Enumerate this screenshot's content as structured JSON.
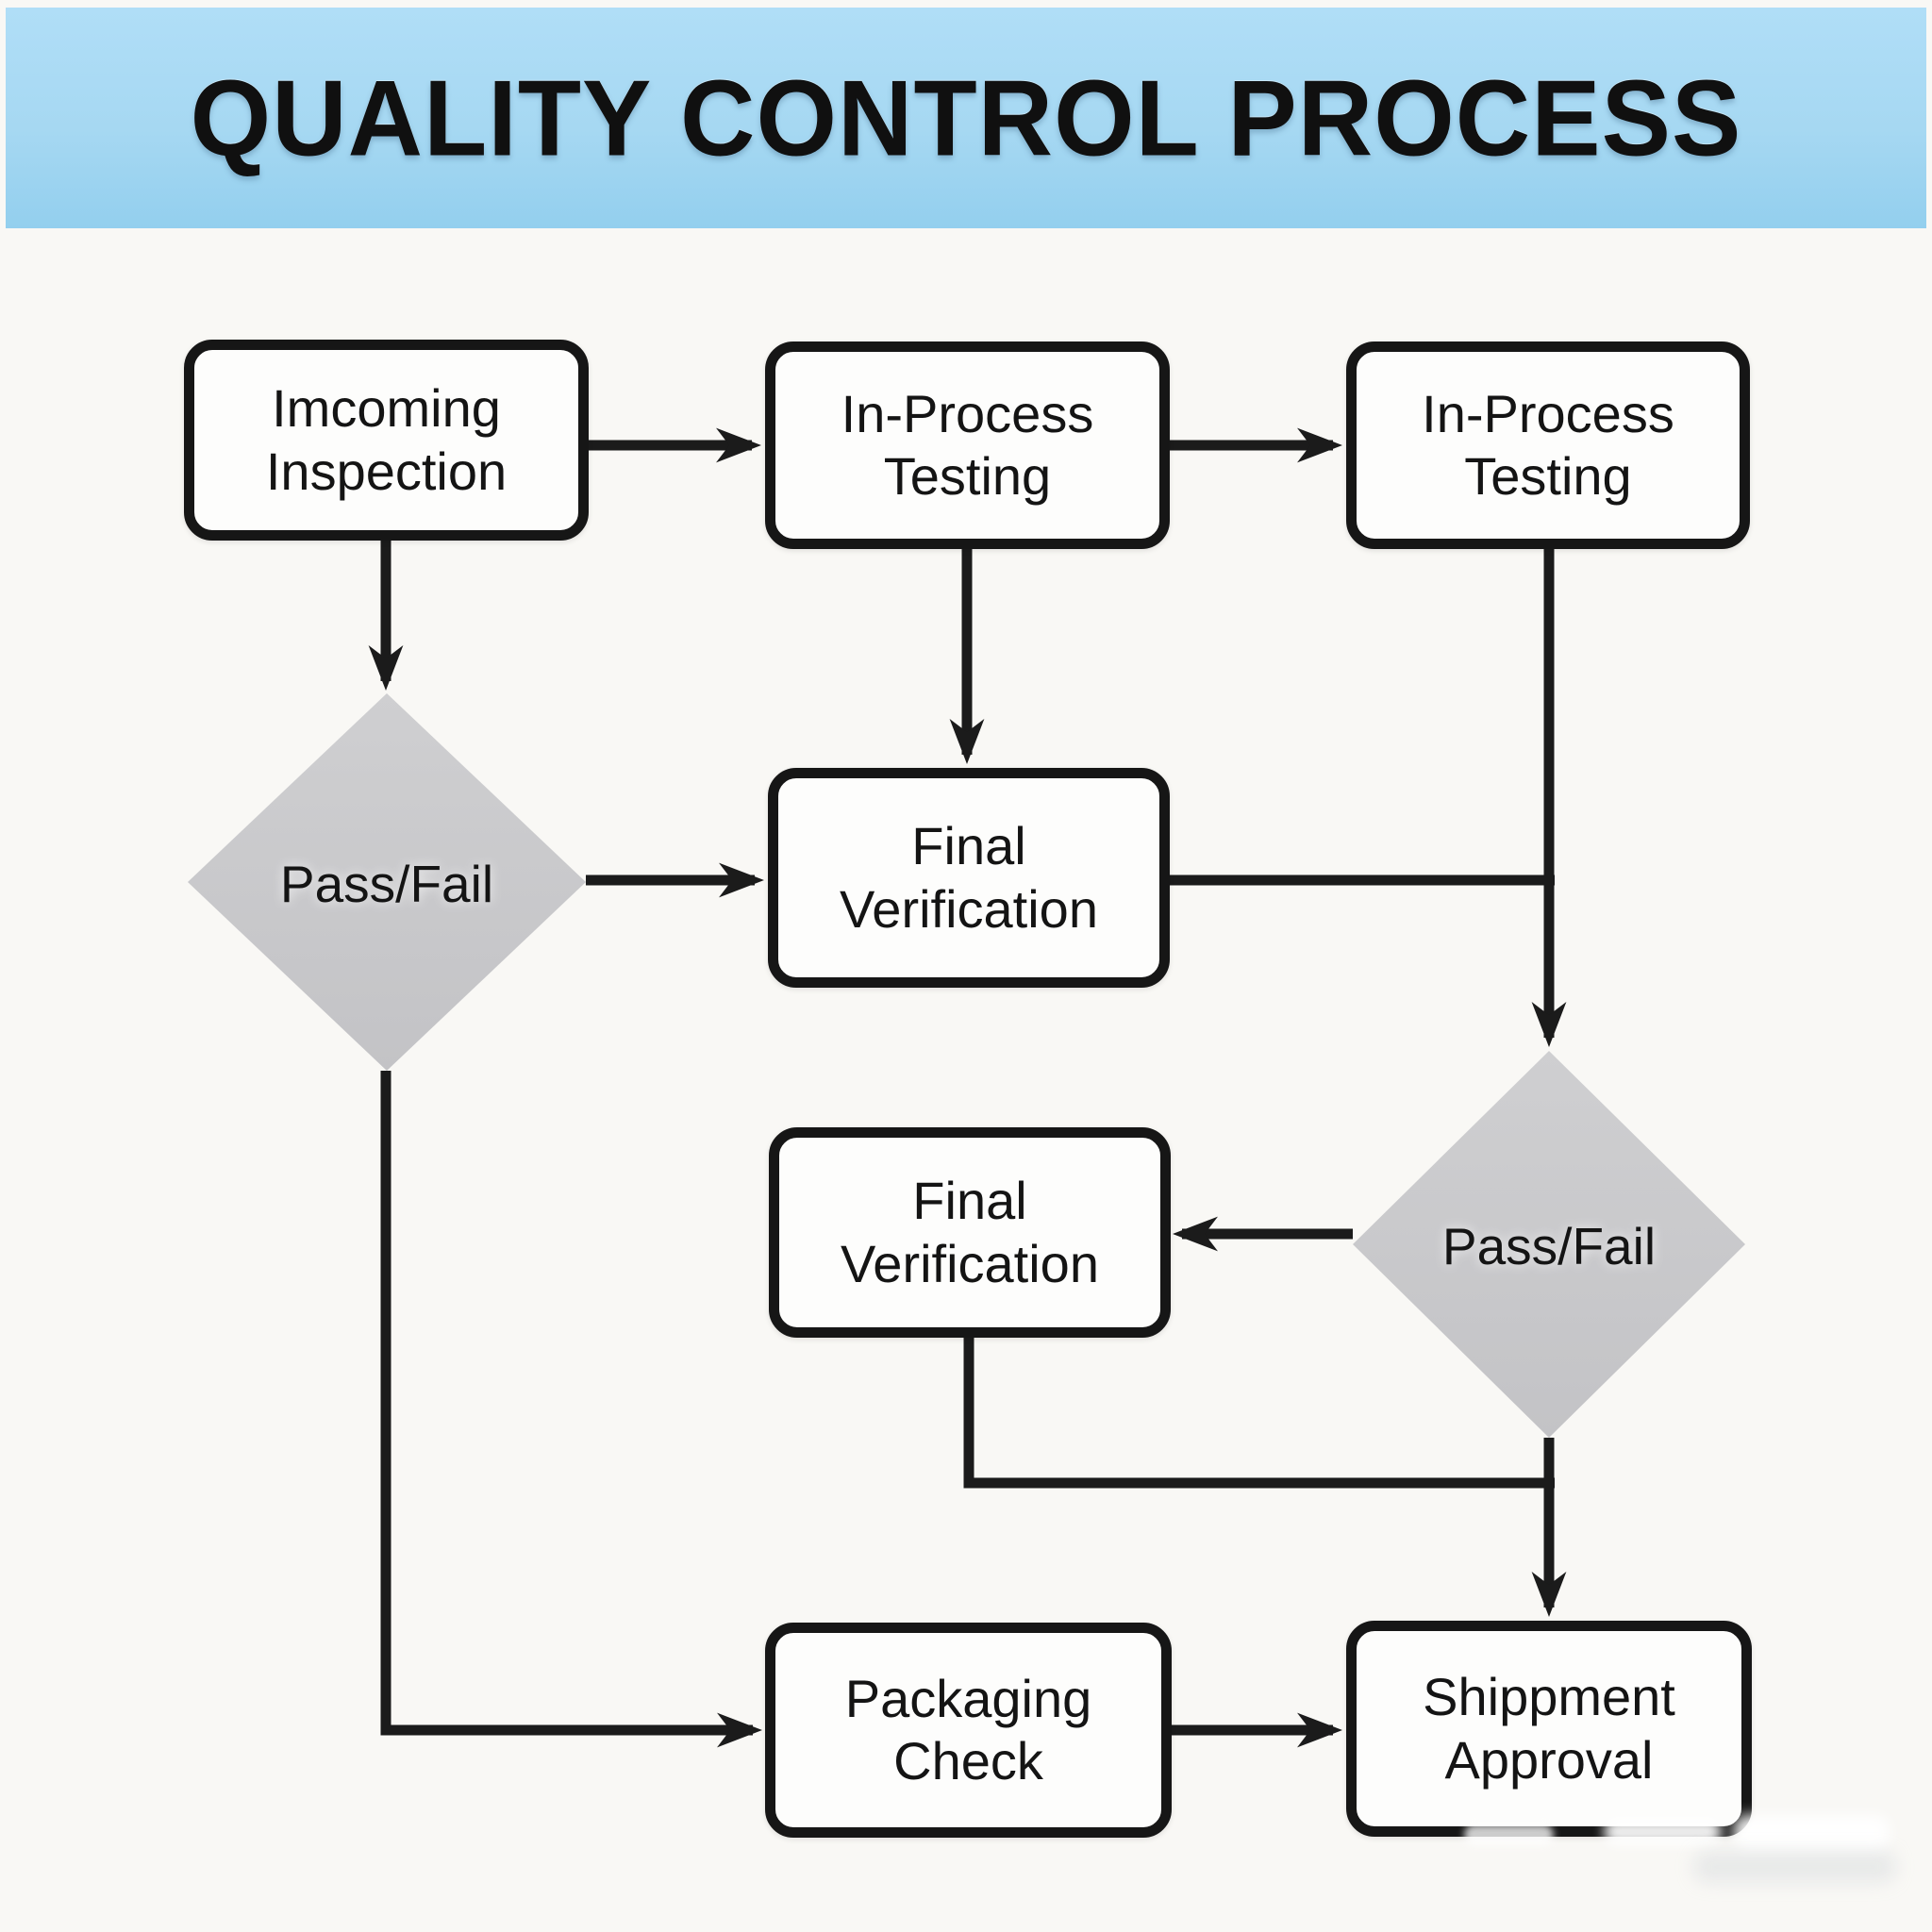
{
  "title": "QUALITY CONTROL PROCESS",
  "colors": {
    "banner_bg": "#a6d8f2",
    "page_bg": "#f9f8f5",
    "node_fill": "#fdfdfc",
    "node_border": "#161616",
    "connector": "#1b1b1b",
    "diamond_fill": "#c9c9cb",
    "text": "#141414"
  },
  "diagram": {
    "nodes": [
      {
        "id": "incoming-inspection",
        "shape": "rect",
        "label": "Imcoming\nInspection"
      },
      {
        "id": "in-process-testing-1",
        "shape": "rect",
        "label": "In-Process\nTesting"
      },
      {
        "id": "in-process-testing-2",
        "shape": "rect",
        "label": "In-Process\nTesting"
      },
      {
        "id": "pass-fail-1",
        "shape": "diamond",
        "label": "Pass/Fail"
      },
      {
        "id": "final-verification-1",
        "shape": "rect",
        "label": "Final\nVerification"
      },
      {
        "id": "pass-fail-2",
        "shape": "diamond",
        "label": "Pass/Fail"
      },
      {
        "id": "final-verification-2",
        "shape": "rect",
        "label": "Final\nVerification"
      },
      {
        "id": "packaging-check",
        "shape": "rect",
        "label": "Packaging\nCheck"
      },
      {
        "id": "shipment-approval",
        "shape": "rect",
        "label": "Shippment\nApproval"
      }
    ],
    "edges": [
      {
        "from": "incoming-inspection",
        "to": "in-process-testing-1",
        "arrow": true
      },
      {
        "from": "in-process-testing-1",
        "to": "in-process-testing-2",
        "arrow": true
      },
      {
        "from": "incoming-inspection",
        "to": "pass-fail-1",
        "arrow": true
      },
      {
        "from": "in-process-testing-1",
        "to": "final-verification-1",
        "arrow": true
      },
      {
        "from": "pass-fail-1",
        "to": "final-verification-1",
        "arrow": true
      },
      {
        "from": "in-process-testing-2",
        "to": "pass-fail-2",
        "arrow": true
      },
      {
        "from": "final-verification-1",
        "to": "pass-fail-2",
        "arrow": false
      },
      {
        "from": "pass-fail-2",
        "to": "final-verification-2",
        "arrow": true
      },
      {
        "from": "final-verification-2",
        "to": "shipment-approval",
        "arrow": false
      },
      {
        "from": "pass-fail-2",
        "to": "shipment-approval",
        "arrow": true
      },
      {
        "from": "pass-fail-1",
        "to": "packaging-check",
        "arrow": true
      },
      {
        "from": "packaging-check",
        "to": "shipment-approval",
        "arrow": true
      }
    ]
  }
}
